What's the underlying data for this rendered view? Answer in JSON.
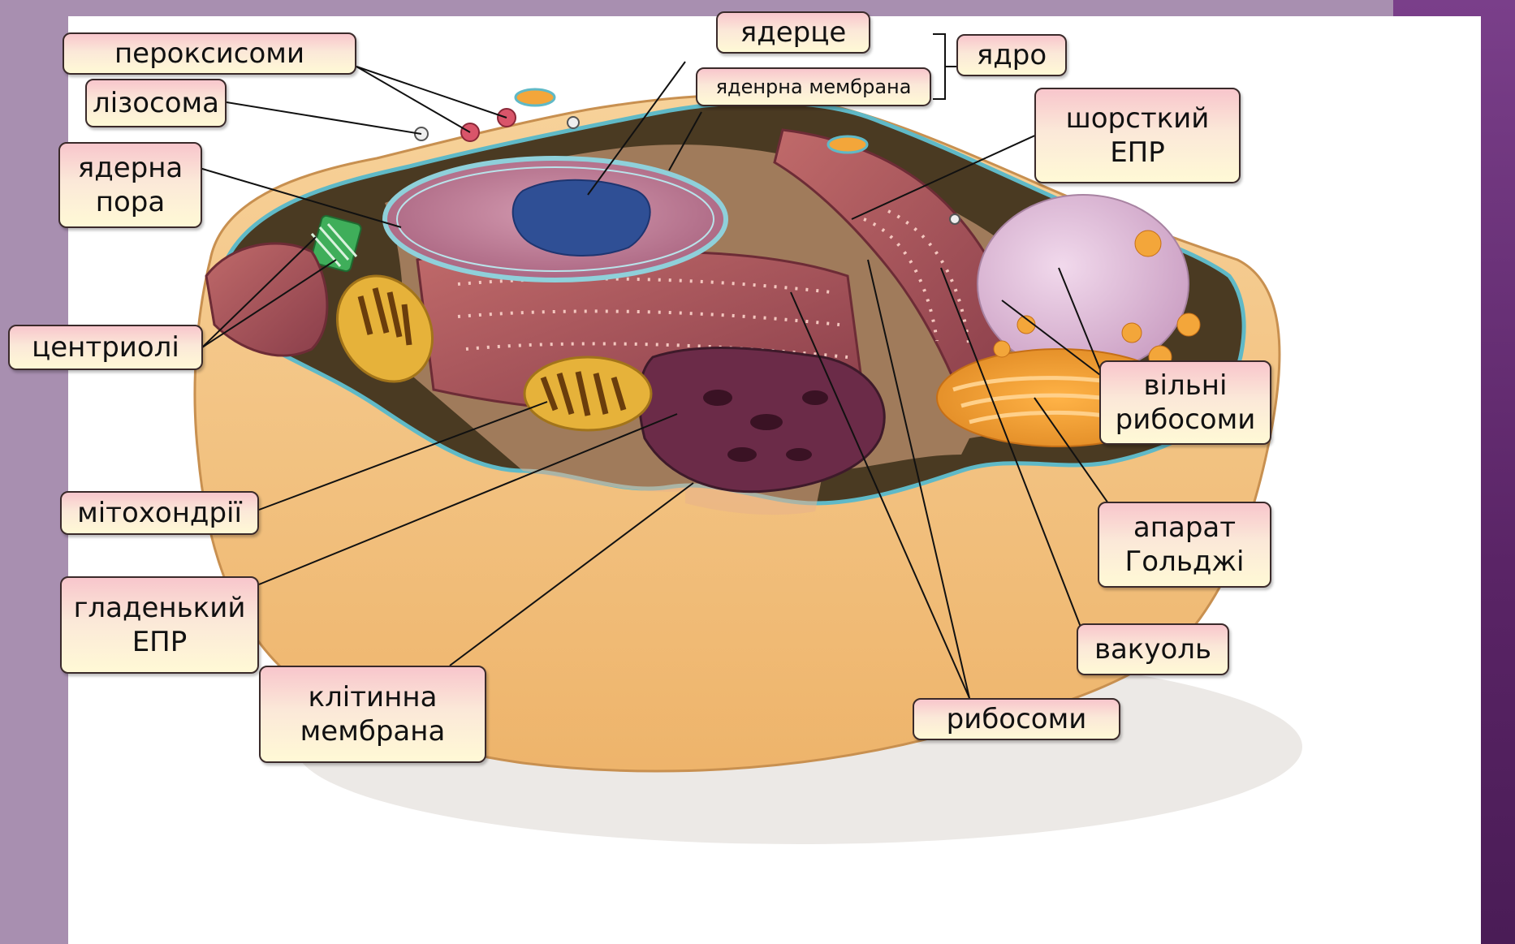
{
  "diagram": {
    "title": "",
    "labels": {
      "peroxisomes": "пероксисоми",
      "lysosome": "лізосома",
      "nuclear_pore": "ядерна\nпора",
      "centrioles": "центриолі",
      "mitochondria": "мітохондрії",
      "smooth_er": "гладенький\nЕПР",
      "cell_membrane": "клітинна\nмембрана",
      "nucleolus": "ядерце",
      "nuclear_membrane": "яденрна мембрана",
      "nucleus": "ядро",
      "rough_er": "шорсткий\nЕПР",
      "free_ribosomes": "вільні\nрибосоми",
      "golgi": "апарат\nГольджі",
      "vacuole": "вакуоль",
      "ribosomes": "рибосоми"
    },
    "colors": {
      "background": "#a88fb0",
      "label_top": "#f8c6cc",
      "label_bottom": "#fff9d6",
      "cytoplasm": "#f5c98a",
      "nucleus": "#c78aa0",
      "nucleolus": "#2f4f95",
      "er": "#a8505a",
      "golgi": "#f2a040",
      "mitochondria": "#e6b23a"
    }
  }
}
